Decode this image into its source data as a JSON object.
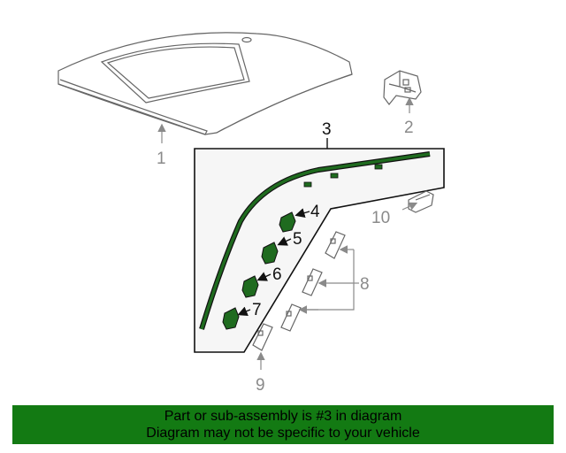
{
  "callouts": [
    {
      "id": "1",
      "label": "1"
    },
    {
      "id": "2",
      "label": "2"
    },
    {
      "id": "3",
      "label": "3"
    },
    {
      "id": "4",
      "label": "4"
    },
    {
      "id": "5",
      "label": "5"
    },
    {
      "id": "6",
      "label": "6"
    },
    {
      "id": "7",
      "label": "7"
    },
    {
      "id": "8",
      "label": "8"
    },
    {
      "id": "9",
      "label": "9"
    },
    {
      "id": "10",
      "label": "10"
    }
  ],
  "banner": {
    "line1": "Part or sub-assembly is #3 in diagram",
    "line2": "Diagram may not be specific to your vehicle",
    "background_color": "#137a13"
  },
  "colors": {
    "highlight_part": "#1f6b1f",
    "inset_background": "#f6f6f6"
  }
}
